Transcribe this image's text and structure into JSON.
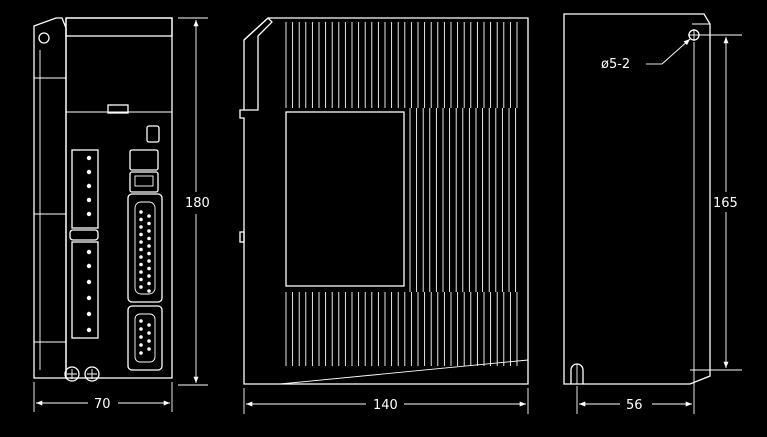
{
  "drawing": {
    "front_view": {
      "height_label": "180",
      "width_label": "70"
    },
    "side_view": {
      "width_label": "140"
    },
    "back_view": {
      "hole_label": "ø5-2",
      "height_label": "165",
      "width_label": "56"
    }
  }
}
